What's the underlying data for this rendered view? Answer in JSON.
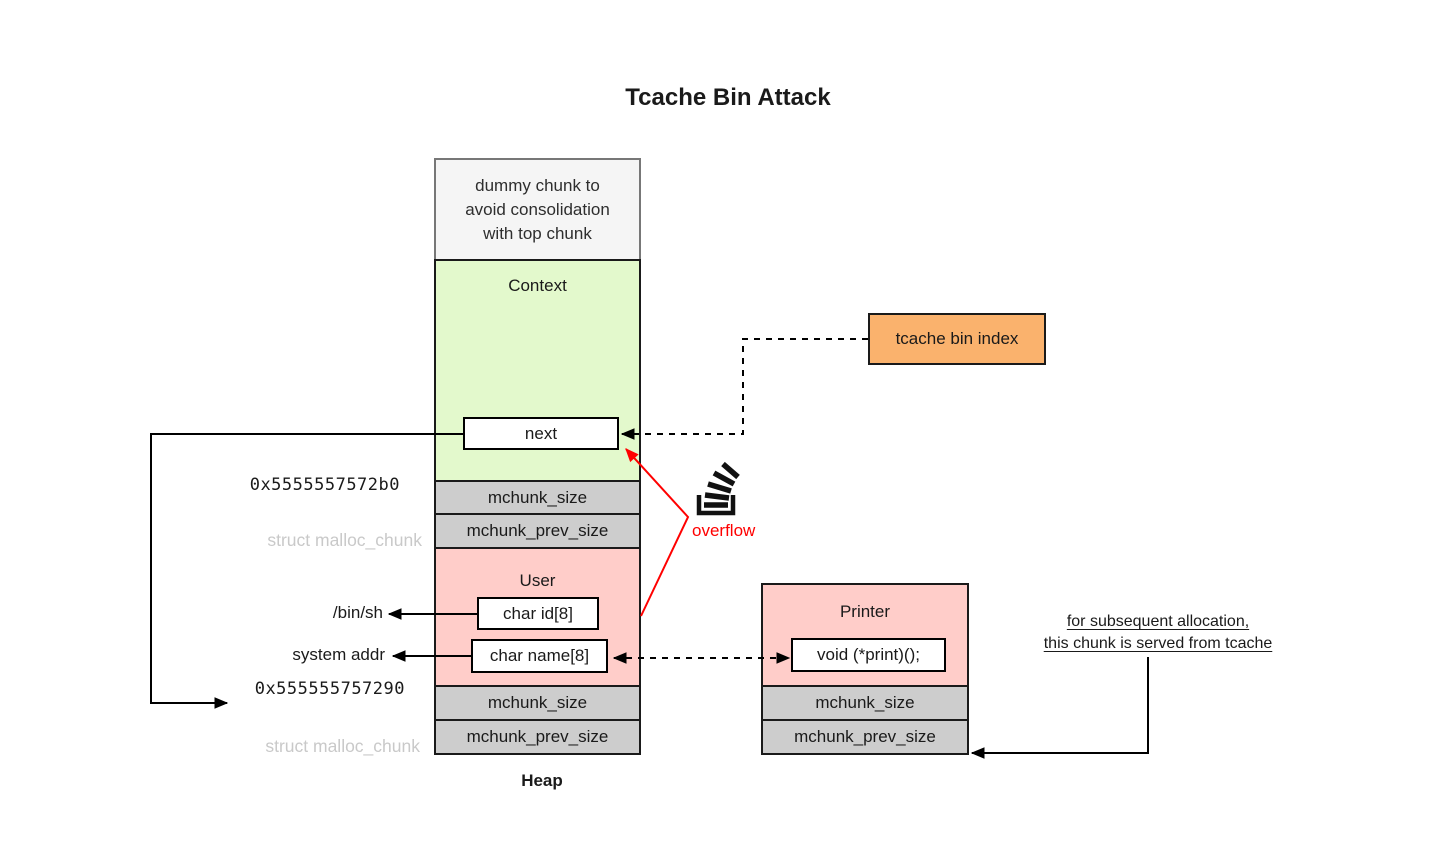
{
  "title": "Tcache Bin Attack",
  "colors": {
    "green": "#e3f9cc",
    "pink": "#ffcdc9",
    "orange": "#fab26d",
    "gray": "#cdcdcd",
    "dummy": "#f5f5f5",
    "red": "#ff0000"
  },
  "heap": {
    "dummy_text": "dummy chunk  to\navoid consolidation\nwith top chunk",
    "context_label": "Context",
    "next_label": "next",
    "size_label": "mchunk_size",
    "prev_size_label": "mchunk_prev_size",
    "user_label": "User",
    "id_field": "char id[8]",
    "name_field": "char name[8]",
    "heap_label": "Heap"
  },
  "annotations": {
    "addr_top": "0x5555557572b0",
    "addr_bottom": "0x555555757290",
    "struct_label_top": "struct malloc_chunk",
    "struct_label_bottom": "struct malloc_chunk",
    "binsh": "/bin/sh",
    "system_addr": "system addr",
    "overflow": "overflow",
    "note_line1": "for subsequent allocation,",
    "note_line2": "this chunk is served from tcache"
  },
  "tcache_box": {
    "label": "tcache bin index"
  },
  "printer": {
    "label": "Printer",
    "fn_field": "void (*print)();",
    "size_label": "mchunk_size",
    "prev_size_label": "mchunk_prev_size"
  }
}
